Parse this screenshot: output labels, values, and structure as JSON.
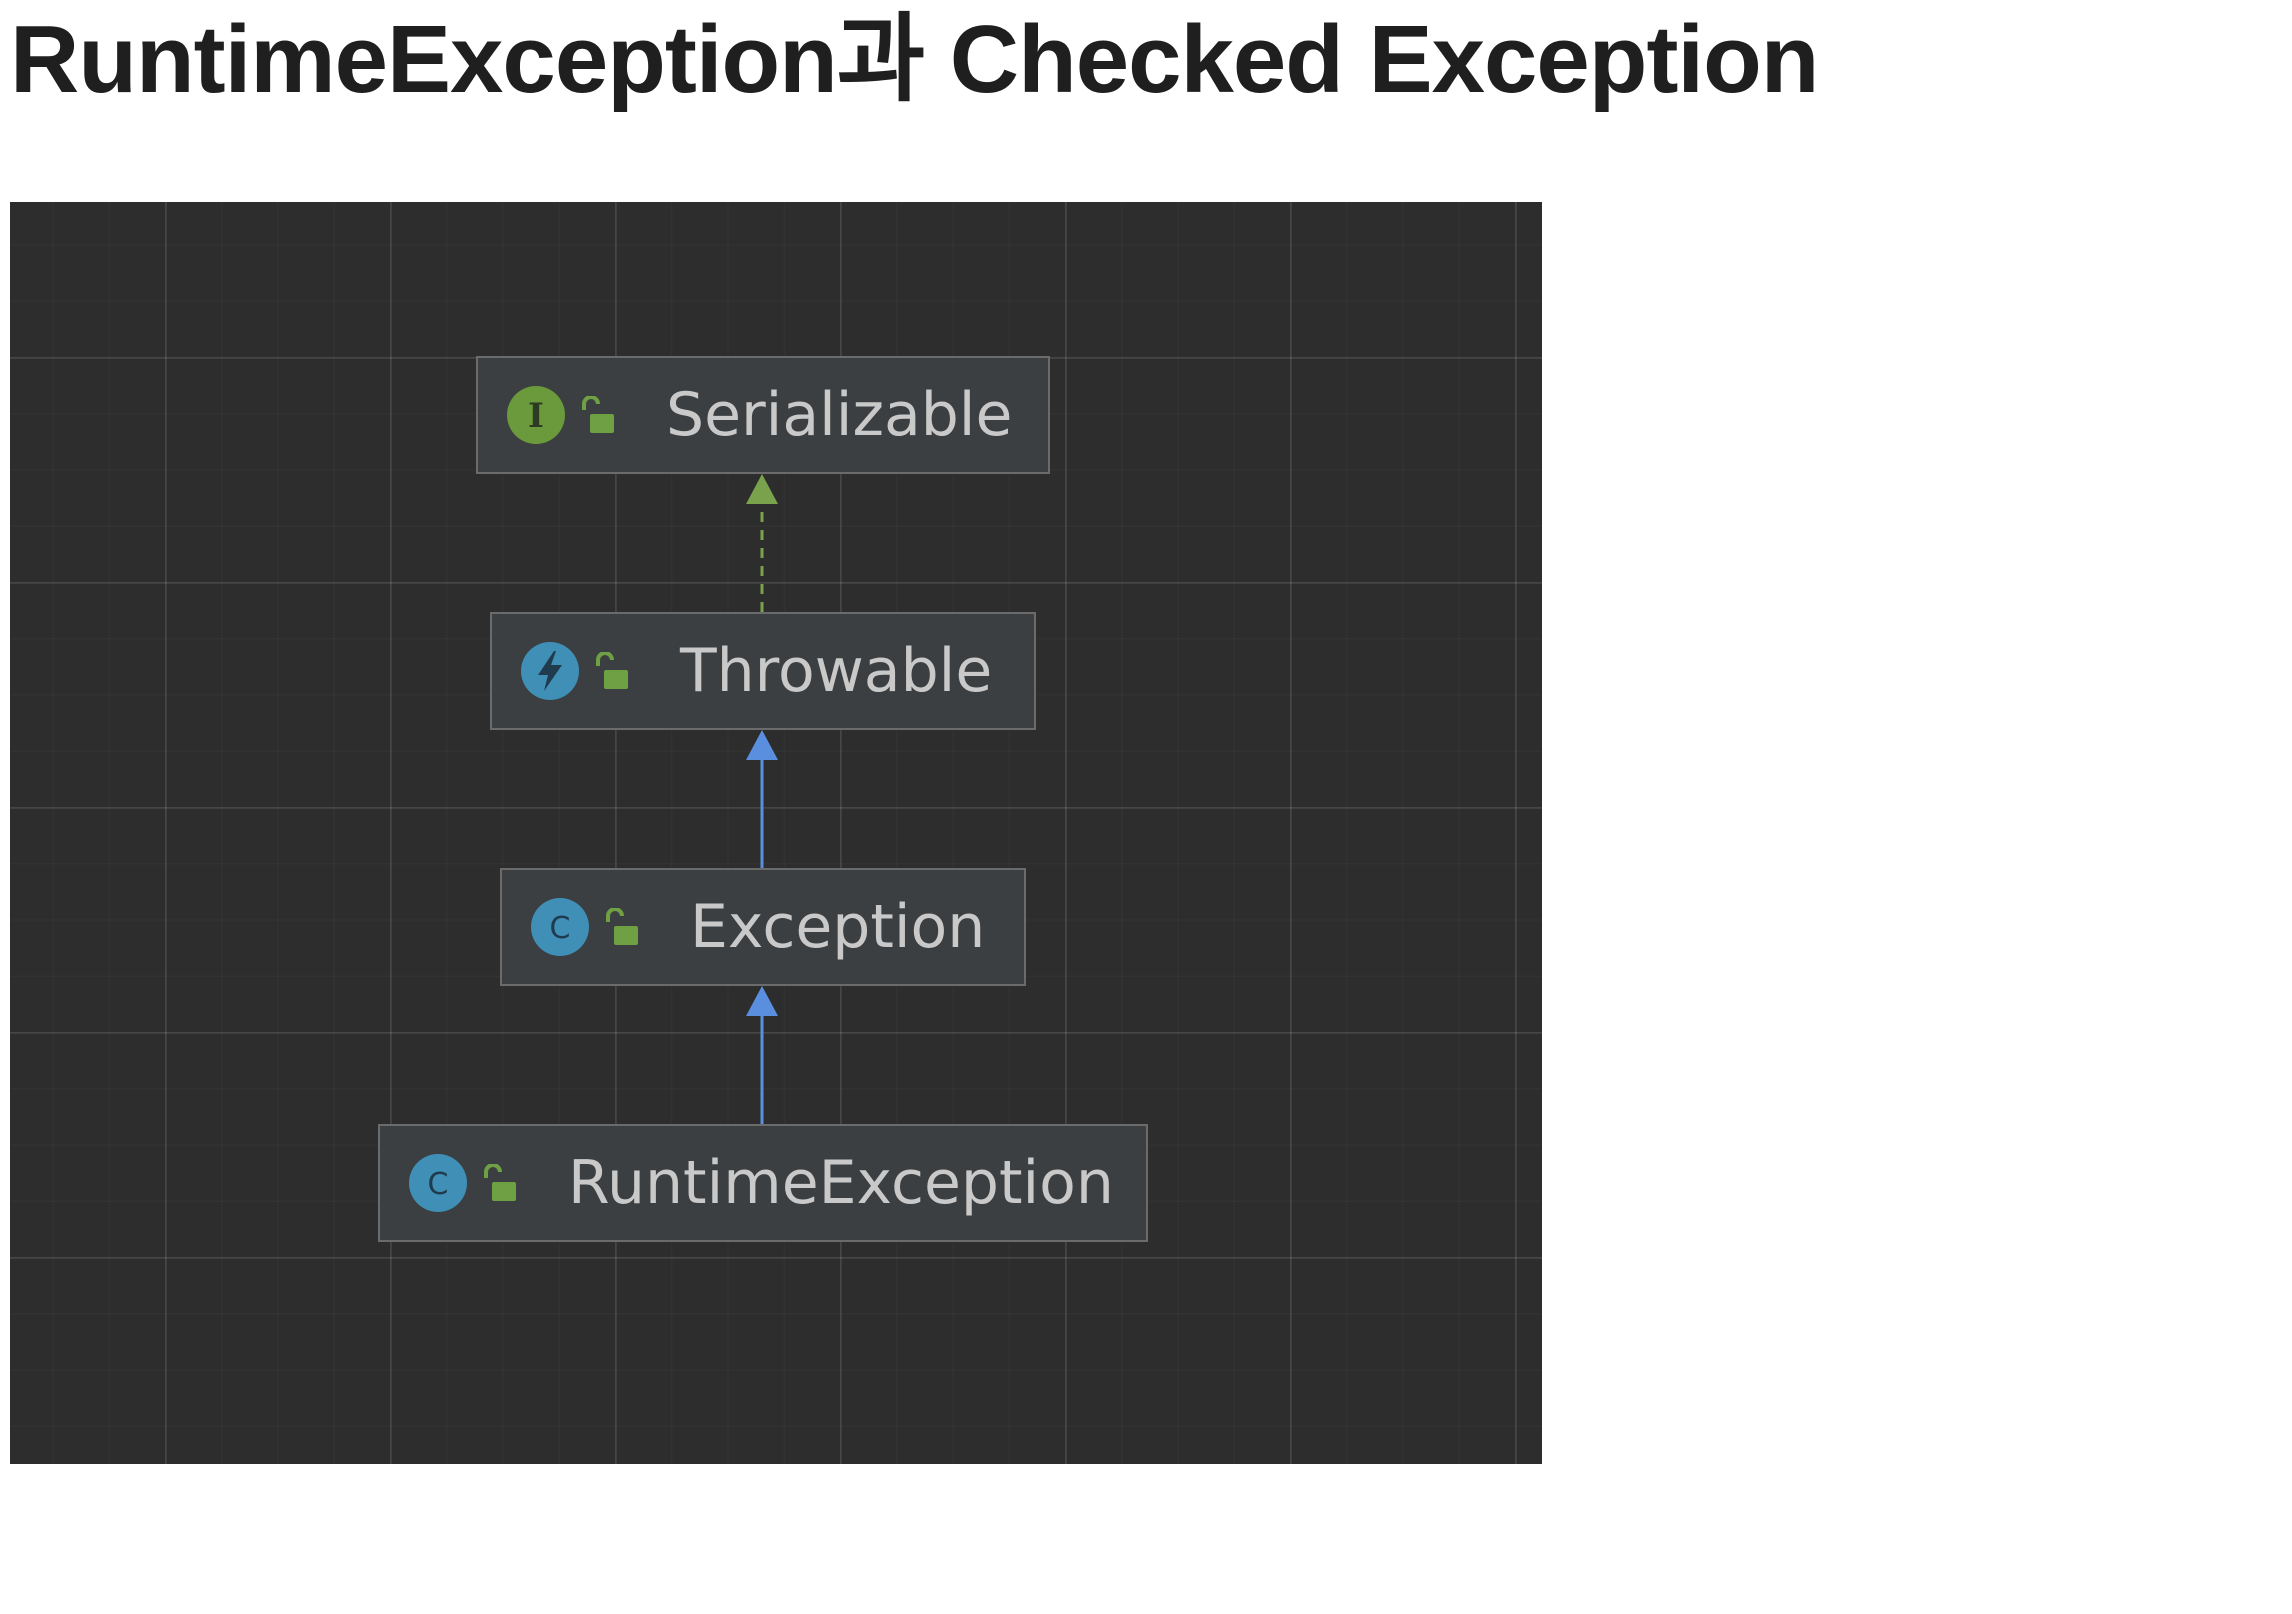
{
  "title": "RuntimeException과 Checked Exception",
  "diagram": {
    "nodes": [
      {
        "id": "serializable",
        "label": "Serializable",
        "kind_icon": "interface-icon",
        "kind_letter": "I",
        "kind_color": "#6a9a3b",
        "access_icon": "unlocked-icon"
      },
      {
        "id": "throwable",
        "label": "Throwable",
        "kind_icon": "throwable-icon",
        "kind_color": "#3f8fb7",
        "access_icon": "unlocked-icon"
      },
      {
        "id": "exception",
        "label": "Exception",
        "kind_icon": "class-icon",
        "kind_letter": "C",
        "kind_color": "#3f8fb7",
        "access_icon": "unlocked-icon"
      },
      {
        "id": "runtimeexception",
        "label": "RuntimeException",
        "kind_icon": "class-icon",
        "kind_letter": "C",
        "kind_color": "#3f8fb7",
        "access_icon": "unlocked-icon"
      }
    ],
    "edges": [
      {
        "from": "throwable",
        "to": "serializable",
        "type": "implements",
        "style": "dashed",
        "color": "#7aa24c"
      },
      {
        "from": "exception",
        "to": "throwable",
        "type": "extends",
        "style": "solid",
        "color": "#5a8fe0"
      },
      {
        "from": "runtimeexception",
        "to": "exception",
        "type": "extends",
        "style": "solid",
        "color": "#5a8fe0"
      }
    ],
    "colors": {
      "background": "#2d2d2d",
      "node_fill": "#3c3f41",
      "node_border": "#6b6b6b",
      "label": "#c9c9c9",
      "lock": "#6fa043"
    }
  }
}
